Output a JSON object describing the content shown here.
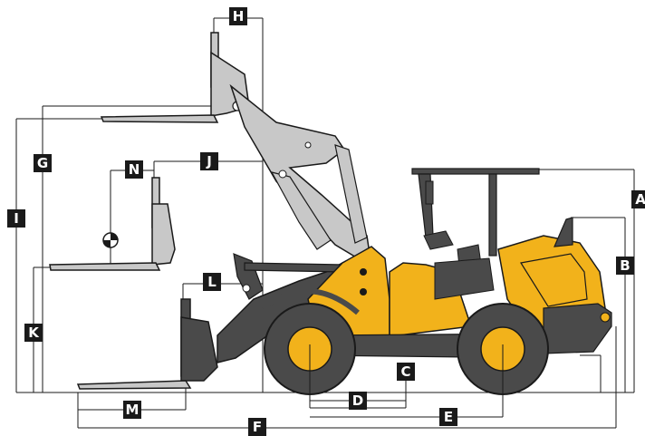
{
  "labels": {
    "a": "A",
    "b": "B",
    "c": "C",
    "d": "D",
    "e": "E",
    "f": "F",
    "g": "G",
    "h": "H",
    "i": "I",
    "j": "J",
    "k": "K",
    "l": "L",
    "m": "M",
    "n": "N"
  },
  "colors": {
    "body_yellow": "#f2b21b",
    "dark_grey": "#4a4a4a",
    "light_grey": "#c8c8c8",
    "outline": "#1a1a1a",
    "label_bg": "#1a1a1a",
    "label_text": "#ffffff"
  },
  "icons": {
    "center_of_gravity": "center-of-gravity-icon"
  }
}
